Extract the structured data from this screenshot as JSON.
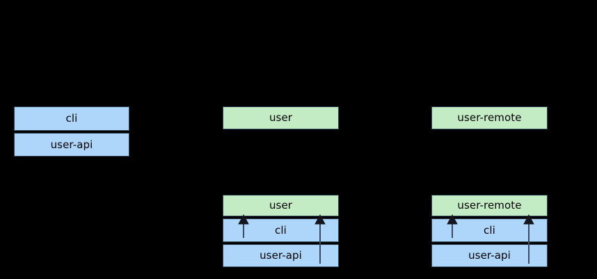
{
  "diagram": {
    "background_color": "#000000",
    "box_blue_color": "#aed5fa",
    "box_green_color": "#c4ecc4",
    "border_color": "#33475b",
    "arrow_color": "#1a1a2e",
    "groups": [
      {
        "id": "group-top-left",
        "boxes": [
          {
            "label": "cli",
            "style": "blue"
          },
          {
            "label": "user-api",
            "style": "blue"
          }
        ]
      },
      {
        "id": "group-top-middle",
        "boxes": [
          {
            "label": "user",
            "style": "green"
          }
        ]
      },
      {
        "id": "group-top-right",
        "boxes": [
          {
            "label": "user-remote",
            "style": "green"
          }
        ]
      },
      {
        "id": "group-bottom-middle",
        "boxes": [
          {
            "label": "user",
            "style": "green"
          },
          {
            "label": "cli",
            "style": "blue"
          },
          {
            "label": "user-api",
            "style": "blue"
          }
        ]
      },
      {
        "id": "group-bottom-right",
        "boxes": [
          {
            "label": "user-remote",
            "style": "green"
          },
          {
            "label": "cli",
            "style": "blue"
          },
          {
            "label": "user-api",
            "style": "blue"
          }
        ]
      }
    ]
  }
}
